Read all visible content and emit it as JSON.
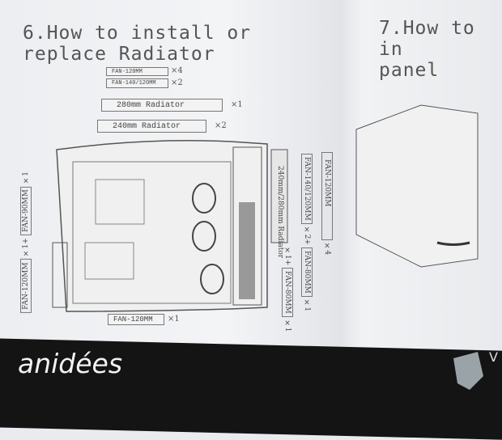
{
  "left_section": {
    "title_line1": "6.How to install or",
    "title_line2": "replace Radiator",
    "parts": [
      {
        "label": "FAN-120MM",
        "qty": "×4"
      },
      {
        "label": "FAN-140/120MM",
        "qty": "×2"
      },
      {
        "label": "280mm Radiator",
        "qty": "×1"
      },
      {
        "label": "240mm Radiator",
        "qty": "×2"
      }
    ],
    "left_label": {
      "a": "FAN-120MM",
      "a_qty": "×1+",
      "b": "FAN-90MM",
      "b_qty": "×1"
    },
    "bottom_label": {
      "a": "FAN-120MM",
      "a_qty": "×1"
    },
    "right_labels": {
      "radiator": "240mm/280mm Radiator",
      "radiator_qty": "×1+",
      "radiator_fan": "FAN-80MM",
      "radiator_fan_qty": "×1",
      "fan140": "FAN-140/120MM",
      "fan140_qty": "×2+",
      "fan80": "FAN-80MM",
      "fan80_qty": "×1",
      "fan120": "FAN-120MM",
      "fan120_qty": "×4"
    }
  },
  "right_section": {
    "title_line1": "7.How to in",
    "title_line2": "panel"
  },
  "footer": {
    "brand": "anidées",
    "partial_text": "V"
  }
}
